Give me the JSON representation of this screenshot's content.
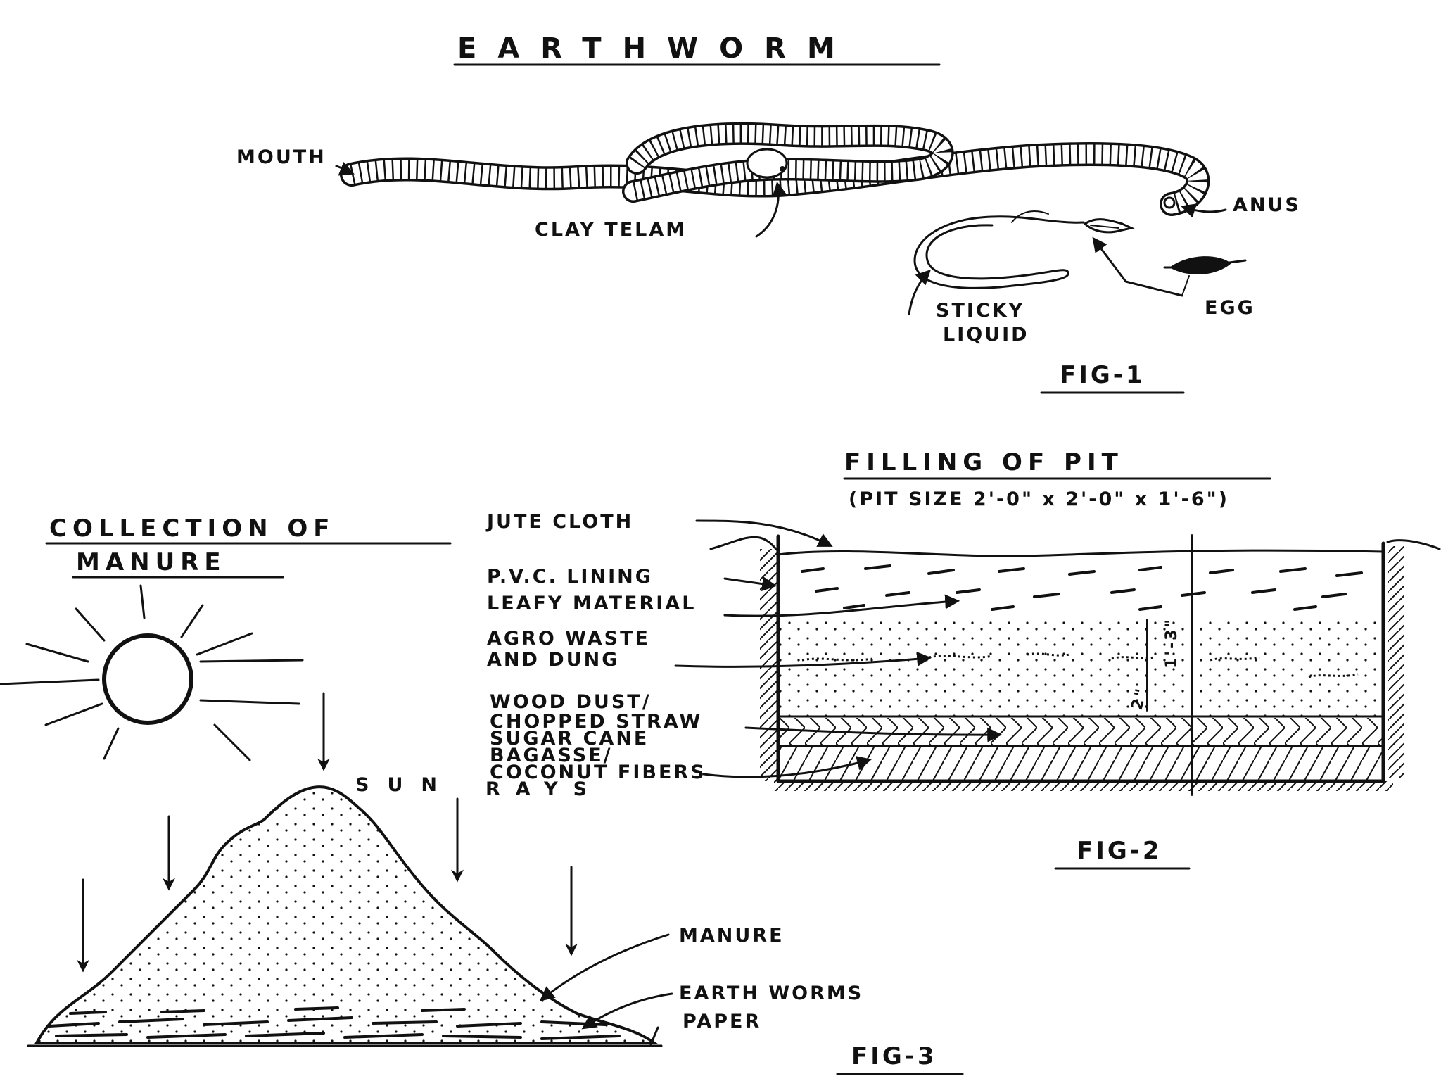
{
  "title": "EARTHWORM",
  "fig1": {
    "labels": {
      "mouth": "MOUTH",
      "claytelam": "CLAY TELAM",
      "anus": "ANUS",
      "sticky_line1": "STICKY",
      "sticky_line2": "LIQUID",
      "egg": "EGG"
    },
    "caption": "FIG-1"
  },
  "fig2": {
    "title": "FILLING OF PIT",
    "subtitle": "(PIT SIZE 2'-0\" x 2'-0\" x 1'-6\")",
    "labels": {
      "jute": "JUTE CLOTH",
      "pvc": "P.V.C. LINING",
      "leafy": "LEAFY MATERIAL",
      "agro1": "AGRO WASTE",
      "agro2": "AND DUNG",
      "wood1": "WOOD DUST/",
      "wood2": "CHOPPED STRAW",
      "sugar1": "SUGAR CANE",
      "sugar2": "BAGASSE/",
      "coco": "COCONUT FIBERS"
    },
    "dims": {
      "d1": "1'-3\"",
      "d2": "2\""
    },
    "caption": "FIG-2"
  },
  "fig3": {
    "title_line1": "COLLECTION OF",
    "title_line2": "MANURE",
    "labels": {
      "sun": "SUN",
      "rays": "RAYS",
      "manure": "MANURE",
      "earthworms": "EARTH WORMS",
      "paper": "PAPER"
    },
    "caption": "FIG-3"
  },
  "colors": {
    "ink": "#111111",
    "paper": "#ffffff"
  }
}
